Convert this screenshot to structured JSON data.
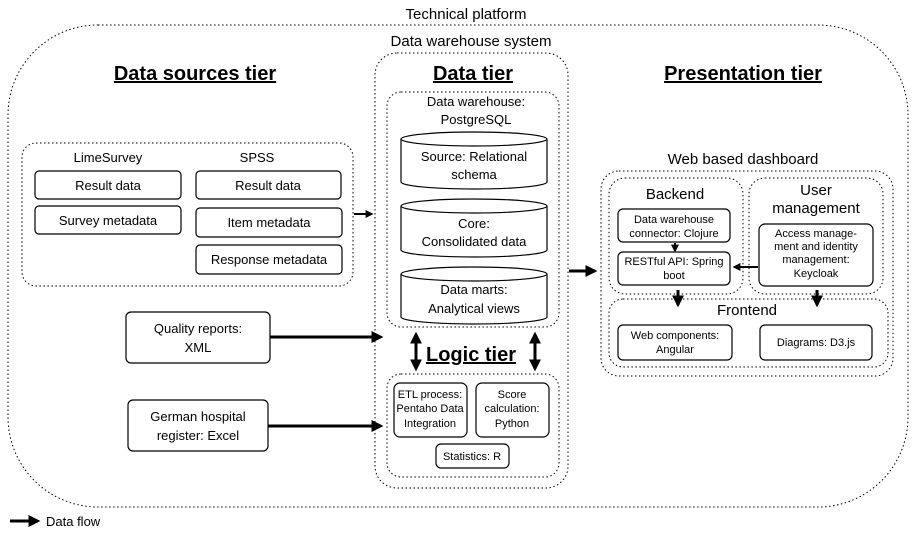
{
  "technical_platform": "Technical platform",
  "dw_system": "Data warehouse system",
  "tiers": {
    "sources": "Data sources tier",
    "data": "Data tier",
    "presentation": "Presentation tier",
    "logic": "Logic tier"
  },
  "sources": {
    "limesurvey": {
      "title": "LimeSurvey",
      "items": [
        "Result data",
        "Survey metadata"
      ]
    },
    "spss": {
      "title": "SPSS",
      "items": [
        "Result data",
        "Item metadata",
        "Response metadata"
      ]
    },
    "quality_reports": [
      "Quality reports:",
      "XML"
    ],
    "hospital_register": [
      "German hospital",
      "register: Excel"
    ]
  },
  "data_tier": {
    "warehouse_title": [
      "Data warehouse:",
      "PostgreSQL"
    ],
    "source": [
      "Source: Relational",
      "schema"
    ],
    "core": [
      "Core:",
      "Consolidated data"
    ],
    "marts": [
      "Data marts:",
      "Analytical views"
    ]
  },
  "logic_tier": {
    "etl": [
      "ETL process:",
      "Pentaho Data",
      "Integration"
    ],
    "score": [
      "Score",
      "calculation:",
      "Python"
    ],
    "statistics": "Statistics: R"
  },
  "presentation": {
    "dashboard_title": "Web based dashboard",
    "backend": {
      "title": "Backend",
      "connector": [
        "Data warehouse",
        "connector: Clojure"
      ],
      "api": [
        "RESTful API: Spring",
        "boot"
      ]
    },
    "user_mgmt": {
      "title": [
        "User",
        "management"
      ],
      "access": [
        "Access manage-",
        "ment and identity",
        "management:",
        "Keycloak"
      ]
    },
    "frontend": {
      "title": "Frontend",
      "web": [
        "Web components:",
        "Angular"
      ],
      "diagrams": "Diagrams: D3.js"
    }
  },
  "legend": {
    "data_flow": "Data flow"
  }
}
